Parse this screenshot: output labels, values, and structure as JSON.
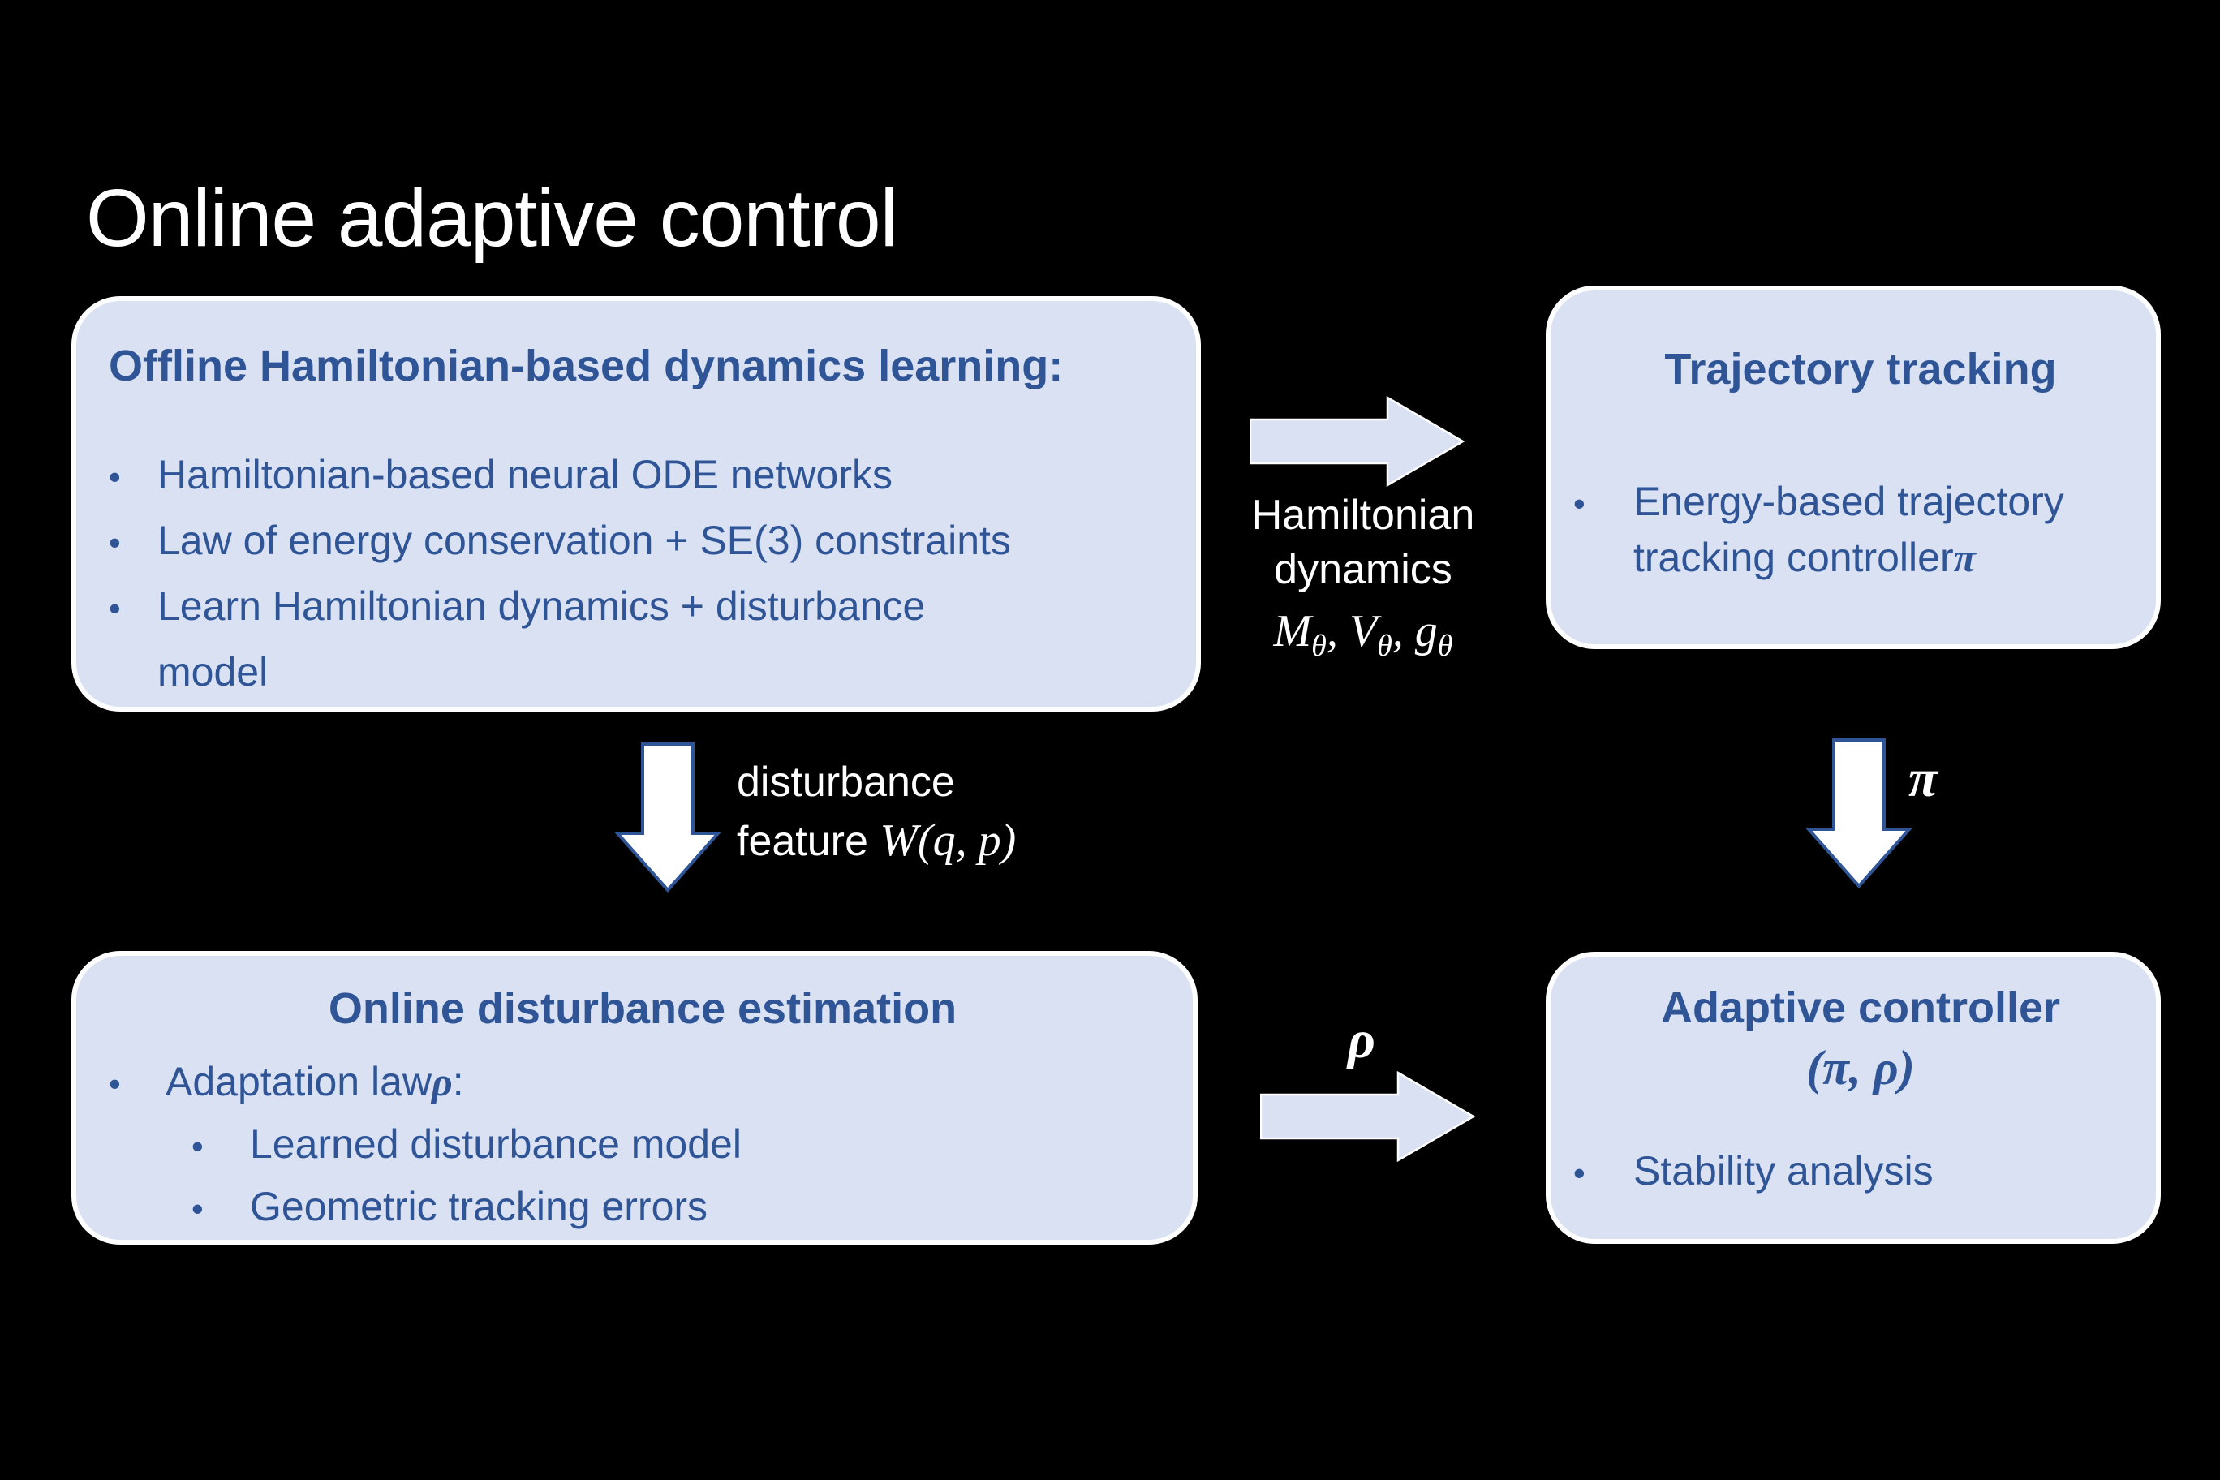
{
  "colors": {
    "background": "#000000",
    "panel_fill": "#d9e1f3",
    "panel_border": "#ffffff",
    "text_blue": "#2f5597",
    "label_white": "#ffffff"
  },
  "slide": {
    "title": "Online adaptive control"
  },
  "offline": {
    "heading": "Offline Hamiltonian-based dynamics learning:",
    "items": [
      {
        "marker": "•",
        "text": "Hamiltonian-based neural ODE networks"
      },
      {
        "marker": "•",
        "text": "Law of energy conservation +  SE(3) constraints"
      },
      {
        "marker": "•",
        "text": "Learn Hamiltonian dynamics + disturbance"
      },
      {
        "marker": "",
        "text": "model"
      }
    ]
  },
  "tracking": {
    "heading": "Trajectory tracking",
    "items": [
      {
        "marker": "•",
        "text": "Energy-based trajectory"
      },
      {
        "marker": "",
        "text": "tracking controller ",
        "math": "π"
      }
    ]
  },
  "estimation": {
    "heading": "Online disturbance estimation",
    "items": [
      {
        "marker": "•",
        "text": "Adaptation law ",
        "math": "ρ",
        "suffix": ":"
      },
      {
        "marker": "•",
        "text": "Learned disturbance model"
      },
      {
        "marker": "•",
        "text": "Geometric tracking errors"
      }
    ]
  },
  "adaptive": {
    "heading": "Adaptive controller",
    "math": "(π, ρ)",
    "items": [
      {
        "marker": "•",
        "text": "Stability analysis"
      }
    ]
  },
  "labels": {
    "hamiltonian": {
      "line1": "Hamiltonian",
      "line2": "dynamics",
      "m1_base": "M",
      "m1_sub": "θ",
      "m2_base": ", V",
      "m2_sub": "θ",
      "m3_base": ", g",
      "m3_sub": "θ"
    },
    "disturbance": {
      "line1": "disturbance",
      "line2_text": "feature ",
      "line2_math": "W(q, p)"
    },
    "pi": "π",
    "rho": "ρ"
  }
}
